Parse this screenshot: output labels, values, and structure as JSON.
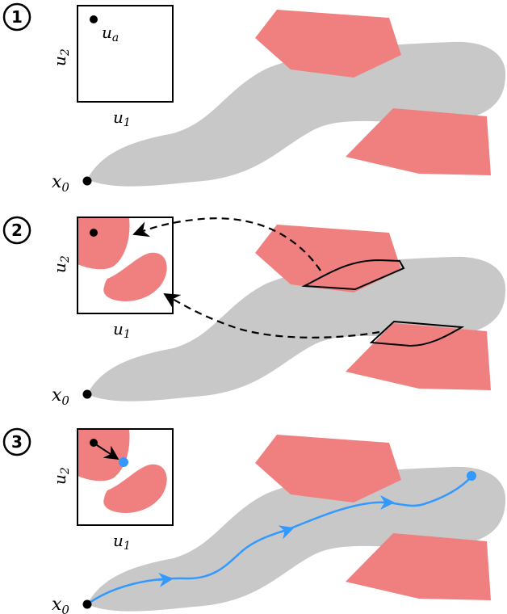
{
  "colors": {
    "feasible_region": "#c8c8c8",
    "obstacle": "#f08080",
    "trajectory": "#3399ff",
    "ink": "#000000"
  },
  "panels": [
    {
      "step": "1",
      "control_box": {
        "x_label": "u",
        "x_sub": "1",
        "y_label": "u",
        "y_sub": "2",
        "point_label": "u",
        "point_sub": "a"
      },
      "initial_state": {
        "label": "x",
        "sub": "0"
      }
    },
    {
      "step": "2",
      "control_box": {
        "x_label": "u",
        "x_sub": "1",
        "y_label": "u",
        "y_sub": "2"
      },
      "initial_state": {
        "label": "x",
        "sub": "0"
      }
    },
    {
      "step": "3",
      "control_box": {
        "x_label": "u",
        "x_sub": "1",
        "y_label": "u",
        "y_sub": "2"
      },
      "initial_state": {
        "label": "x",
        "sub": "0"
      }
    }
  ]
}
